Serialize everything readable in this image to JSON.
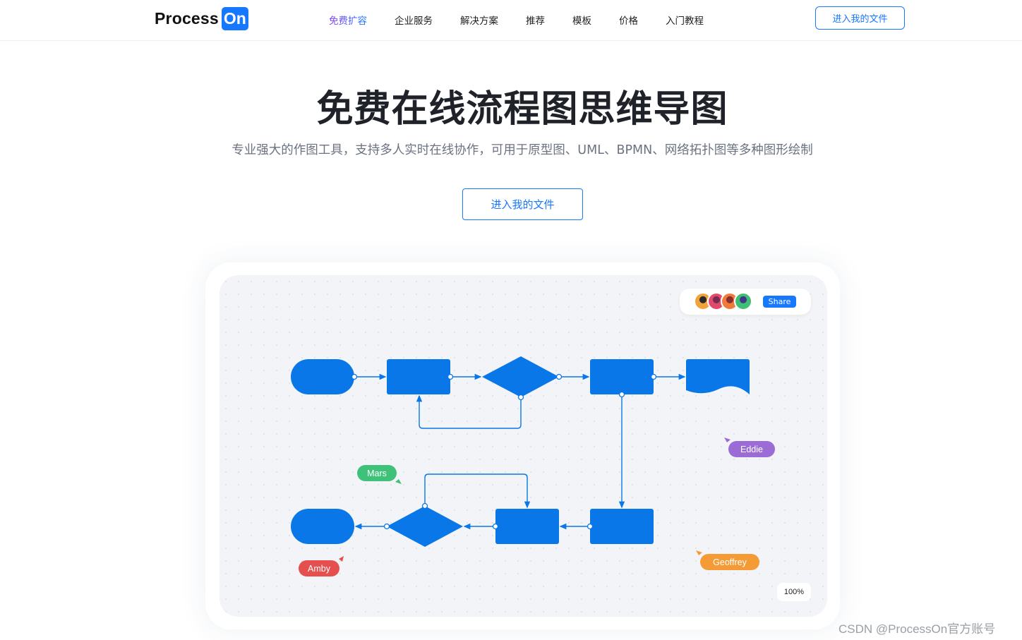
{
  "logo": {
    "text": "Process",
    "badge": "On"
  },
  "nav": {
    "items": [
      {
        "label": "免费扩容",
        "active": true
      },
      {
        "label": "企业服务"
      },
      {
        "label": "解决方案"
      },
      {
        "label": "推荐"
      },
      {
        "label": "模板"
      },
      {
        "label": "价格"
      },
      {
        "label": "入门教程"
      }
    ],
    "cta_label": "进入我的文件"
  },
  "hero": {
    "title": "免费在线流程图思维导图",
    "subtitle": "专业强大的作图工具，支持多人实时在线协作，可用于原型图、UML、BPMN、网络拓扑图等多种图形绘制",
    "button_label": "进入我的文件"
  },
  "preview": {
    "share_label": "Share",
    "zoom_label": "100%",
    "avatars": [
      "user-avatar-1",
      "user-avatar-2",
      "user-avatar-3",
      "user-avatar-4"
    ],
    "cursors": [
      {
        "name": "Eddie",
        "color": "#9b6bd6"
      },
      {
        "name": "Mars",
        "color": "#3ec27a"
      },
      {
        "name": "Amby",
        "color": "#e5504f"
      },
      {
        "name": "Geoffrey",
        "color": "#f59b36"
      }
    ],
    "shape_color": "#0a77e8"
  },
  "watermark": "CSDN @ProcessOn官方账号"
}
